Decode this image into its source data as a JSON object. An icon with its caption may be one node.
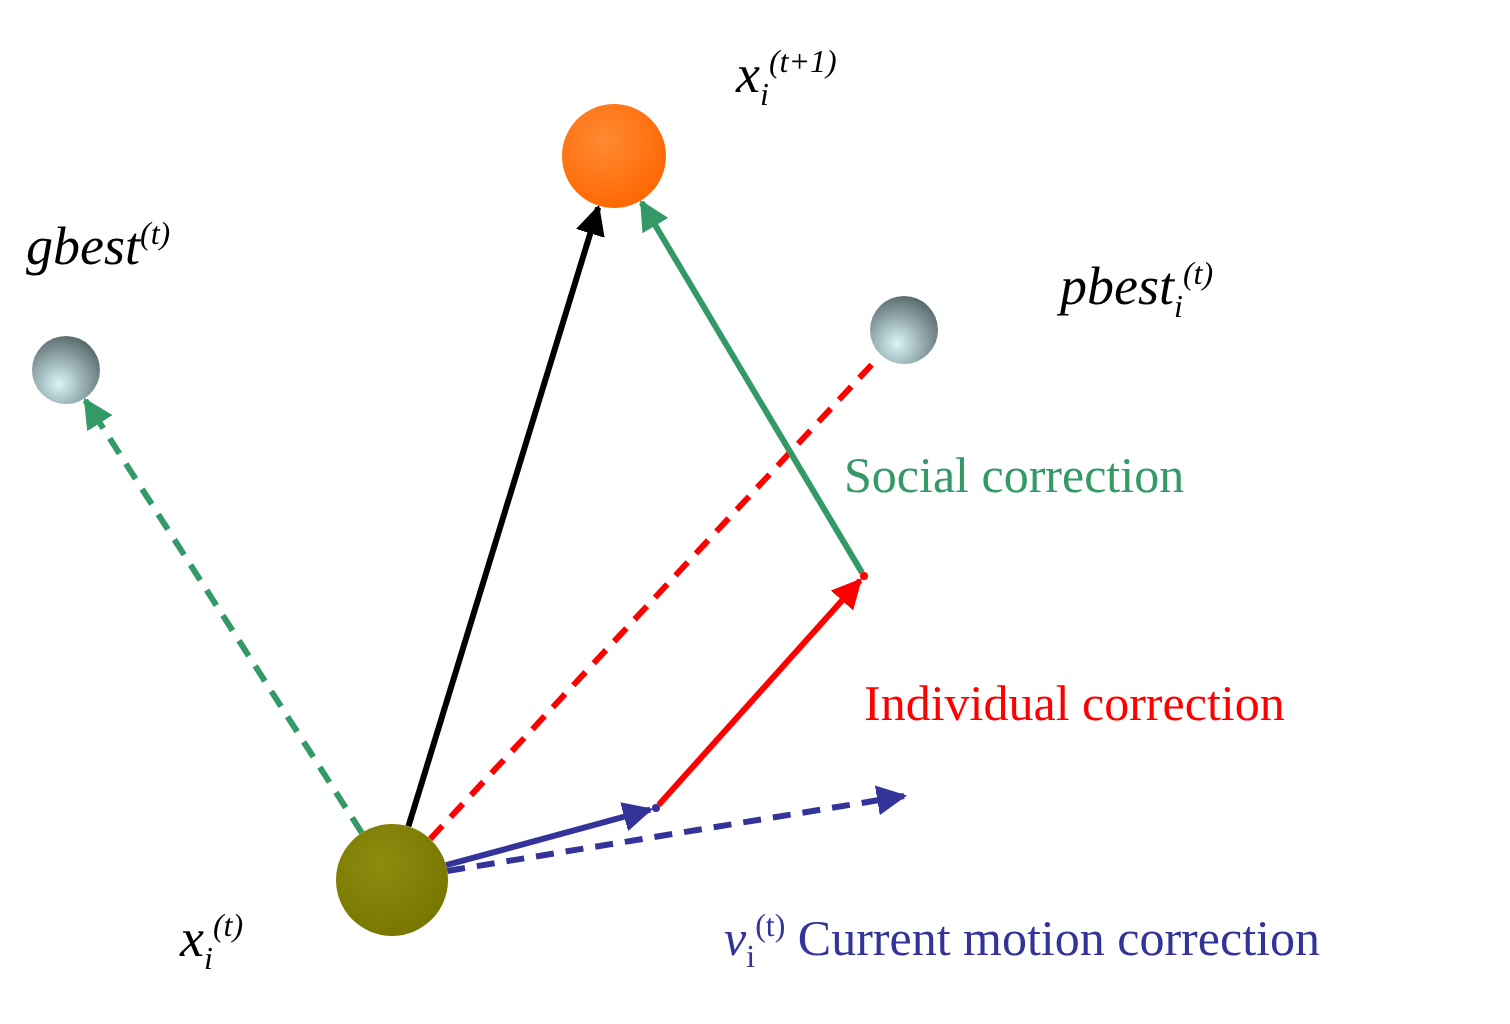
{
  "diagram": {
    "nodes": [
      {
        "text": [
          "x$_{i}$$^{(t+1)}$"
        ]
      },
      {
        "text": [
          "gbest$^{(t)}$"
        ]
      },
      {
        "text": [
          "pbest$_{i}$$^{(t)}$"
        ]
      },
      {
        "text": [
          "x$_{i}$$^{(t)}$"
        ]
      },
      {
        "text": [],
        "shape": "point"
      },
      {
        "text": [],
        "shape": "point"
      }
    ],
    "edges": [
      {
        "from": 3,
        "to": 0,
        "arrow": "to",
        "color": "#000000"
      },
      {
        "from": 3,
        "to": 1,
        "arrow": "to",
        "style": "dashed",
        "color": "#339966"
      },
      {
        "from": 3,
        "to": 2,
        "arrow": "none",
        "style": "dashed",
        "color": "#ff0000"
      },
      {
        "from": 3,
        "to": 4,
        "arrow": "to",
        "color": "#333399"
      },
      {
        "from": 4,
        "to": 5,
        "arrow": "to",
        "label": "Individual correction",
        "color": "#ff0000"
      },
      {
        "from": 5,
        "to": 0,
        "arrow": "to",
        "label": "Social correction",
        "color": "#339966"
      },
      {
        "from": 3,
        "to": null,
        "arrow": "to",
        "style": "dashed",
        "label": "*v*$_{i}$$^{(t)}$ Current motion correction",
        "color": "#333399"
      }
    ]
  }
}
